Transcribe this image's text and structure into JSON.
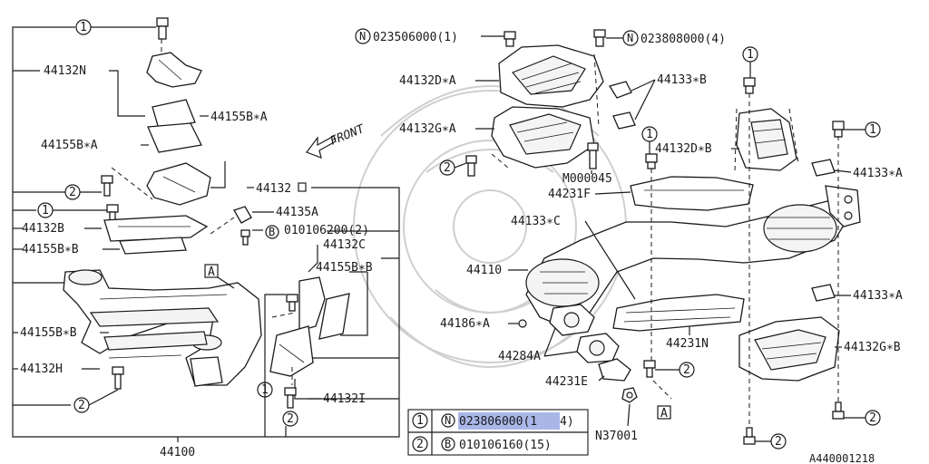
{
  "labels": {
    "l_44132N": "44132N",
    "l_44155BA_top": "44155B∗A",
    "l_44155BA_left": "44155B∗A",
    "l_44132O": "44132",
    "l_44132O_tail": "O",
    "l_44135A": "44135A",
    "l_44132B": "44132B",
    "l_bolt_b": "010106200(2)",
    "l_44155BB": "44155B∗B",
    "l_44132C": "44132C",
    "l_44155BB_mid": "44155B∗B",
    "l_44155BB_low": "44155B∗B",
    "l_44132H": "44132H",
    "l_44132I": "44132I",
    "l_44100": "44100",
    "l_front": "FRONT",
    "l_ref_A": "A",
    "l_ref_A2": "A",
    "l_nut1": "023506000(1)",
    "l_nut2": "023808000(4)",
    "l_44132DA": "44132D∗A",
    "l_44133B": "44133∗B",
    "l_44132GA": "44132G∗A",
    "l_44132DB": "44132D∗B",
    "l_M000045": "M000045",
    "l_44231F": "44231F",
    "l_44133A_top": "44133∗A",
    "l_44133C": "44133∗C",
    "l_44110": "44110",
    "l_44133A_mid": "44133∗A",
    "l_44186A": "44186∗A",
    "l_44284A": "44284A",
    "l_44231N": "44231N",
    "l_44132GB": "44132G∗B",
    "l_44231E": "44231E",
    "l_N37001": "N37001",
    "l_docnum": "A440001218"
  },
  "callouts": {
    "one": "1",
    "two": "2",
    "N": "N",
    "B": "B"
  },
  "legend": {
    "row1_num": "1",
    "row1_prefix": "N",
    "row1_code_highlight": "023806000(1",
    "row1_code_rest": "4)",
    "row2_num": "2",
    "row2_prefix": "B",
    "row2_code": "010106160(15)"
  },
  "colors": {
    "line": "#1a1a1a",
    "highlight": "#a9b6e8",
    "watermark": "#cfcfcf"
  }
}
